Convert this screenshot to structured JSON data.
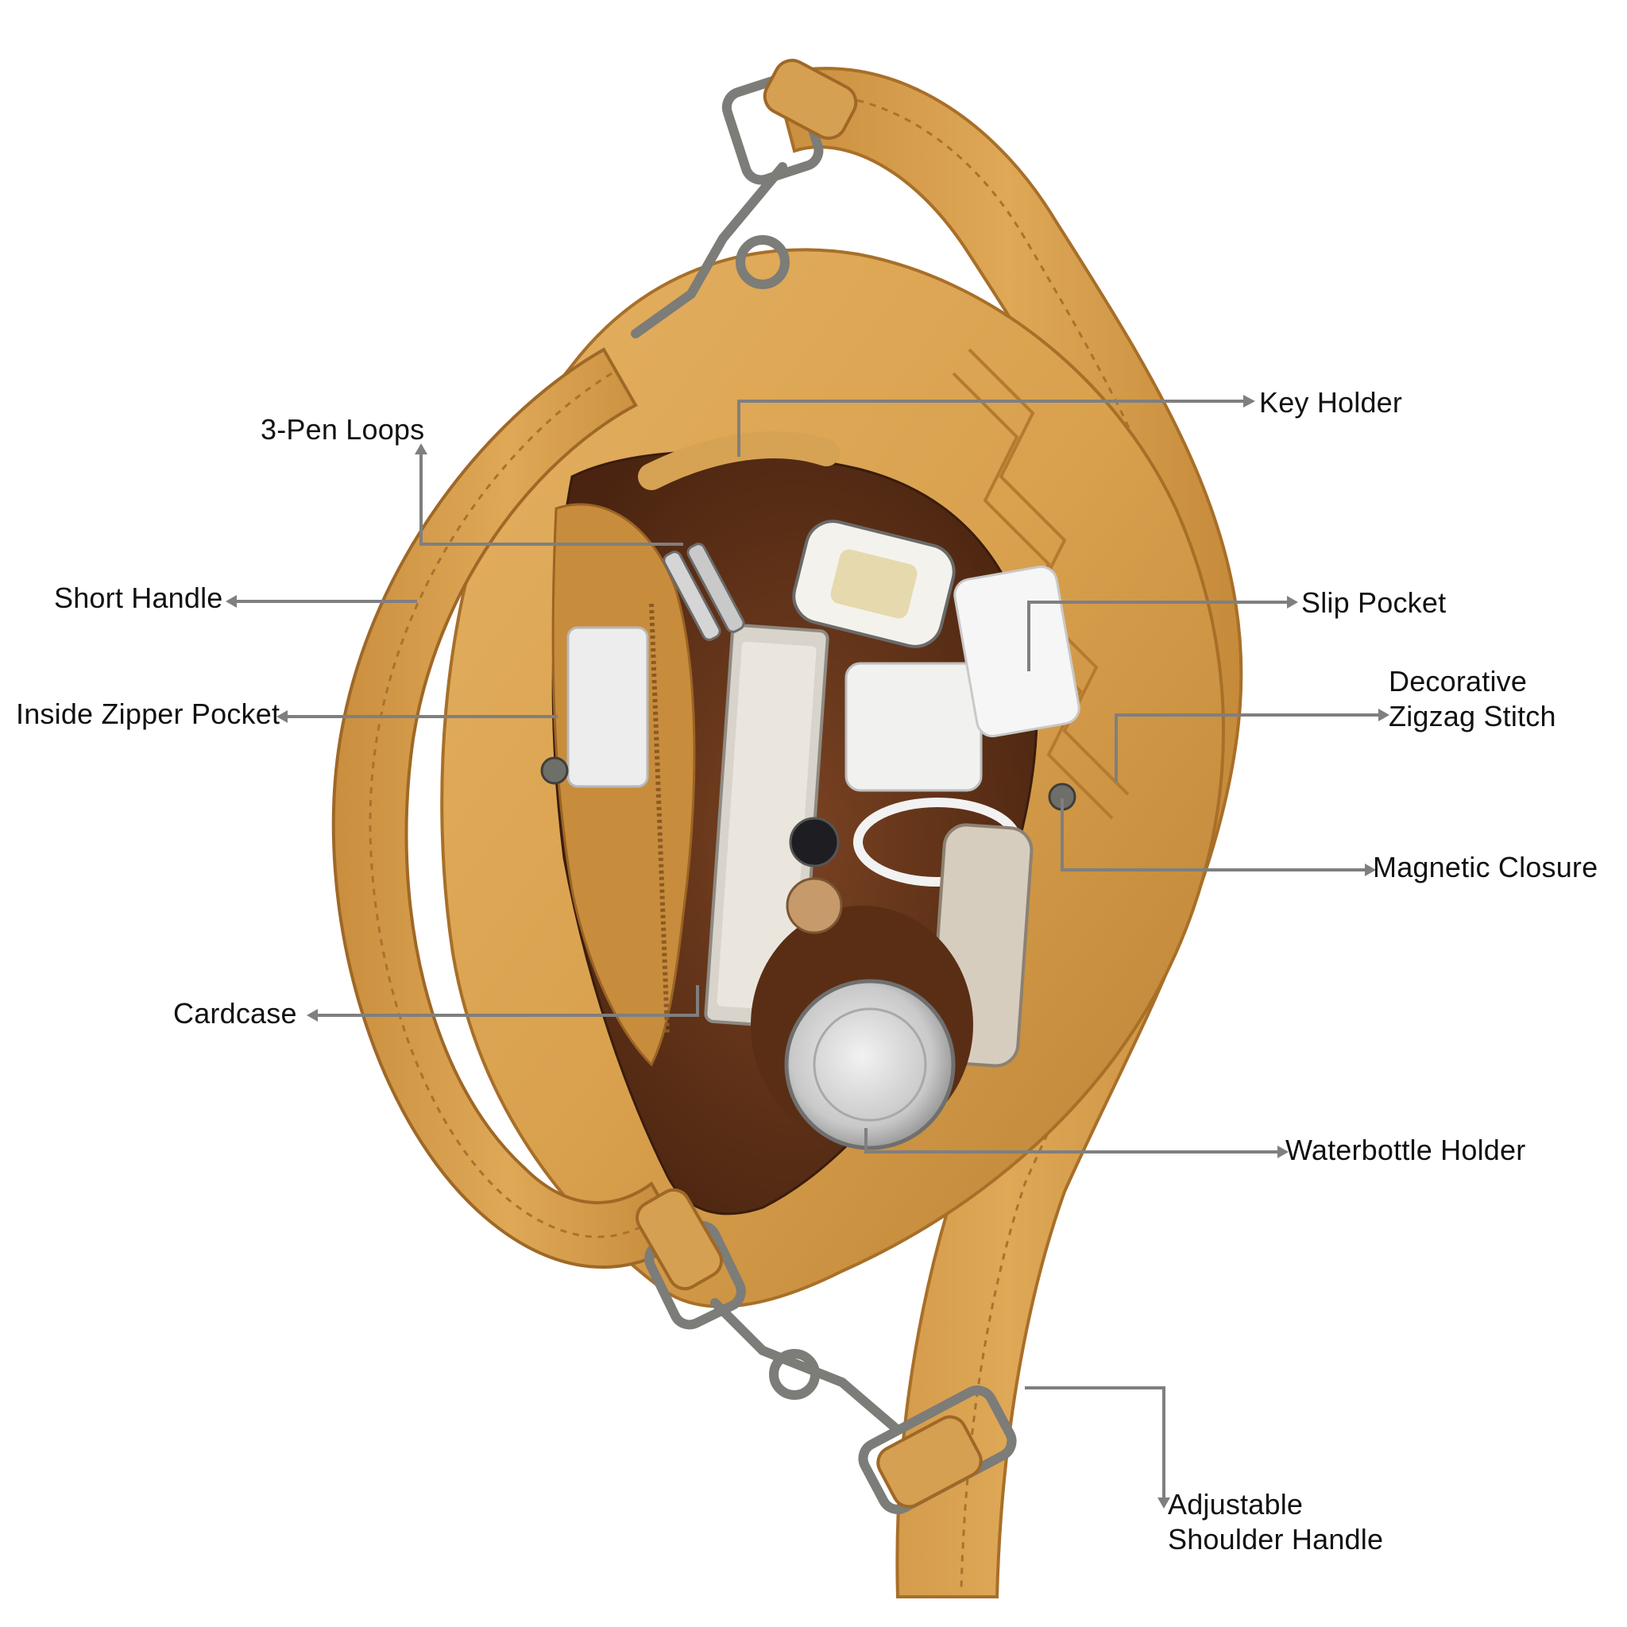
{
  "colors": {
    "leather": "#D9A14E",
    "leather_dark": "#B67B2E",
    "leather_shadow": "#9B6424",
    "lining": "#6B3A1C",
    "lining_dark": "#4A2410",
    "metal": "#7C7C78",
    "leader_line": "#7F7F7F",
    "label_text": "#111111",
    "background": "#FFFFFF"
  },
  "callouts": {
    "key_holder": "Key Holder",
    "pen_loops": "3-Pen Loops",
    "short_handle": "Short Handle",
    "slip_pocket": "Slip Pocket",
    "decorative_stitch": [
      "Decorative",
      "Zigzag Stitch"
    ],
    "inside_zipper_pocket": "Inside Zipper Pocket",
    "magnetic_closure": "Magnetic Closure",
    "cardcase": "Cardcase",
    "waterbottle_holder": "Waterbottle Holder",
    "adjustable_shoulder_handle": [
      "Adjustable",
      "Shoulder Handle"
    ]
  }
}
